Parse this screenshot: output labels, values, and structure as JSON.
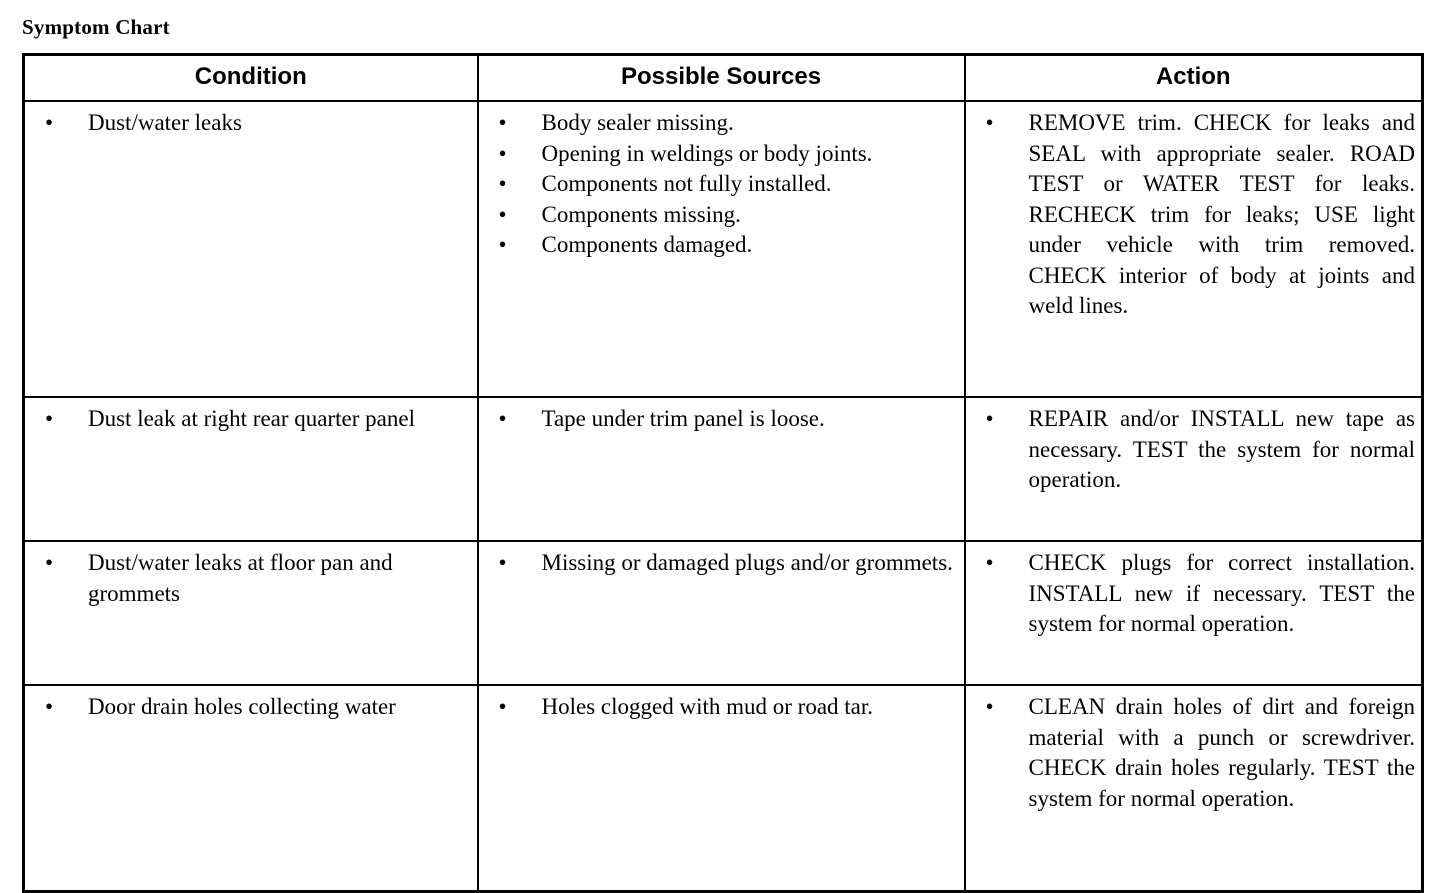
{
  "title": "Symptom Chart",
  "table": {
    "headers": {
      "condition": "Condition",
      "sources": "Possible Sources",
      "action": "Action"
    },
    "bullet_glyph": "•",
    "rows": [
      {
        "condition": [
          "Dust/water leaks"
        ],
        "sources": [
          "Body sealer missing.",
          "Opening in weldings or body joints.",
          "Components not fully installed.",
          "Components missing.",
          "Components damaged."
        ],
        "action": [
          "REMOVE trim. CHECK for leaks and SEAL with appropriate sealer. ROAD TEST or WATER TEST for leaks. RECHECK trim for leaks; USE light under vehicle with trim removed. CHECK interior of body at joints and weld lines."
        ]
      },
      {
        "condition": [
          "Dust leak at right rear quarter panel"
        ],
        "sources": [
          "Tape under trim panel is loose."
        ],
        "action": [
          "REPAIR and/or INSTALL new tape as necessary. TEST the system for normal operation."
        ]
      },
      {
        "condition": [
          "Dust/water leaks at floor pan and grommets"
        ],
        "sources": [
          "Missing or damaged plugs and/or grommets."
        ],
        "action": [
          "CHECK plugs for correct installation. INSTALL new if necessary. TEST the system for normal operation."
        ]
      },
      {
        "condition": [
          "Door drain holes collecting water"
        ],
        "sources": [
          "Holes clogged with mud or road tar."
        ],
        "action": [
          "CLEAN drain holes of dirt and foreign material with a punch or screwdriver. CHECK drain holes regularly. TEST the system for normal operation."
        ]
      }
    ]
  }
}
